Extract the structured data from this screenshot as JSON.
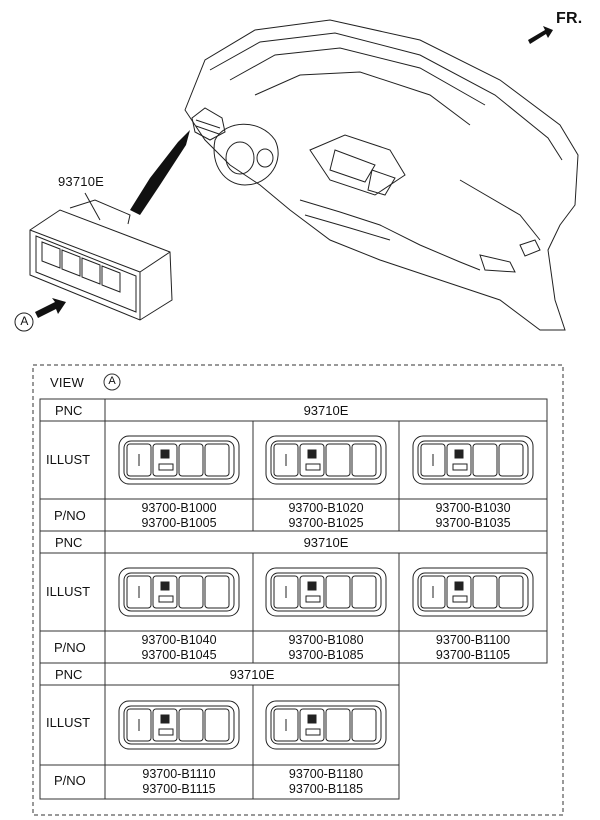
{
  "top": {
    "direction_label": "FR.",
    "part_callout": "93710E",
    "view_marker": "A"
  },
  "table": {
    "view_title": "VIEW",
    "view_marker": "A",
    "row_labels": {
      "pnc": "PNC",
      "illust": "ILLUST",
      "pno": "P/NO"
    },
    "groups": [
      {
        "pnc": "93710E",
        "parts": [
          {
            "pno1": "93700-B1000",
            "pno2": "93700-B1005"
          },
          {
            "pno1": "93700-B1020",
            "pno2": "93700-B1025"
          },
          {
            "pno1": "93700-B1030",
            "pno2": "93700-B1035"
          }
        ]
      },
      {
        "pnc": "93710E",
        "parts": [
          {
            "pno1": "93700-B1040",
            "pno2": "93700-B1045"
          },
          {
            "pno1": "93700-B1080",
            "pno2": "93700-B1085"
          },
          {
            "pno1": "93700-B1100",
            "pno2": "93700-B1105"
          }
        ]
      },
      {
        "pnc": "93710E",
        "parts": [
          {
            "pno1": "93700-B1110",
            "pno2": "93700-B1115"
          },
          {
            "pno1": "93700-B1180",
            "pno2": "93700-B1185"
          }
        ]
      }
    ]
  }
}
